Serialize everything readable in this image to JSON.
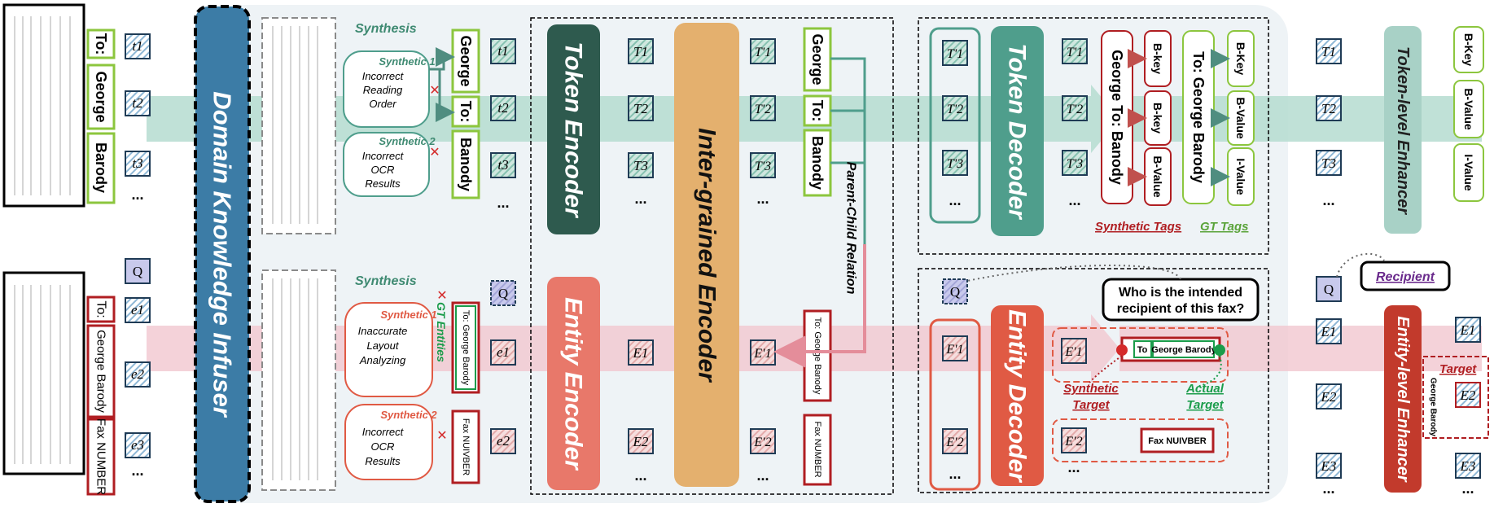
{
  "infuser": {
    "label": "Domain Knowledge Infuser"
  },
  "input_tokens": [
    "To:",
    "George",
    "Barody"
  ],
  "input_token_embeds": [
    "t1",
    "t2",
    "t3"
  ],
  "input_entities": [
    "To:",
    "George  Barody",
    "Fax NUMBER"
  ],
  "input_entity_embeds": [
    "e1",
    "e2",
    "e3"
  ],
  "query": "Q",
  "synthesis_top": {
    "title": "Synthesis",
    "s1_label": "Synthetic 1",
    "s1_desc": [
      "Incorrect",
      "Reading",
      "Order"
    ],
    "s2_label": "Synthetic 2",
    "s2_desc": [
      "Incorrect",
      "OCR",
      "Results"
    ],
    "words": [
      "George",
      "To:",
      "Banody"
    ]
  },
  "synthesis_bottom": {
    "title": "Synthesis",
    "s1_label": "Synthetic 1",
    "s1_desc": [
      "Inaccurate",
      "Layout",
      "Analyzing"
    ],
    "s2_label": "Synthetic 2",
    "s2_desc": [
      "Incorrect",
      "OCR",
      "Results"
    ],
    "gt_entities": "GT Entities",
    "entity1": "To:  George  Barody",
    "entity2": "Fax NUIVBER"
  },
  "embeds": {
    "t_hat": [
      "t1",
      "t2",
      "t3"
    ],
    "q_hat": "Q",
    "e_hat": [
      "e1",
      "e2"
    ],
    "T_hat": [
      "T1",
      "T2",
      "T3"
    ],
    "E_hat": [
      "E1",
      "E2"
    ],
    "T_prime": [
      "T'1",
      "T'2",
      "T'3"
    ],
    "E_prime": [
      "E'1",
      "E'2"
    ],
    "ellipsis": "..."
  },
  "token_encoder": "Token Encoder",
  "entity_encoder": "Entity Encoder",
  "inter_grained_encoder": "Inter-grained Encoder",
  "parent_child": "Parent-Child Relation",
  "mid_words": [
    "George",
    "To:",
    "Banody"
  ],
  "mid_entities": [
    "To:  George  Banody",
    "Fax NUMBER"
  ],
  "token_decoder": {
    "label": "Token Decoder",
    "synthetic_words": "George  To:  Banody",
    "synthetic_tags": [
      "B-key",
      "B-key",
      "B-Value"
    ],
    "gt_words": "To:  George  Barody",
    "gt_tags": [
      "B-Key",
      "B-Value",
      "I-Value"
    ],
    "legend_synthetic": "Synthetic Tags",
    "legend_gt": "GT Tags"
  },
  "entity_decoder": {
    "label": "Entity Decoder",
    "question": [
      "Who is the intended",
      "recipient of this fax?"
    ],
    "chip_to": "To",
    "chip_name": "George Barody",
    "chip_fax": "Fax NUIVBER",
    "synthetic_target": [
      "Synthetic",
      "Target"
    ],
    "actual_target": [
      "Actual",
      "Target"
    ]
  },
  "token_enhancer": {
    "label": "Token-level Enhancer",
    "inputs": [
      "T1",
      "T2",
      "T3"
    ],
    "outputs": [
      "B-Key",
      "B-Value",
      "I-Value"
    ]
  },
  "entity_enhancer": {
    "label": "Entity-level Enhancer",
    "inputs": [
      "E1",
      "E2",
      "E3"
    ],
    "outputs": [
      "E1",
      "E2",
      "E3"
    ],
    "target": "Target",
    "target_text": "George Barody"
  },
  "recipient": "Recipient",
  "colors": {
    "infuser": "#3c7ca6",
    "token_encoder": "#2e5a4e",
    "entity_encoder": "#e8786a",
    "inter": "#e4b06e",
    "token_decoder": "#4f9e8c",
    "entity_decoder": "#e05a44",
    "token_enhancer": "#a8d1c6",
    "entity_enhancer": "#c23a2c",
    "green": "#8cc63e",
    "red": "#b01e22"
  }
}
